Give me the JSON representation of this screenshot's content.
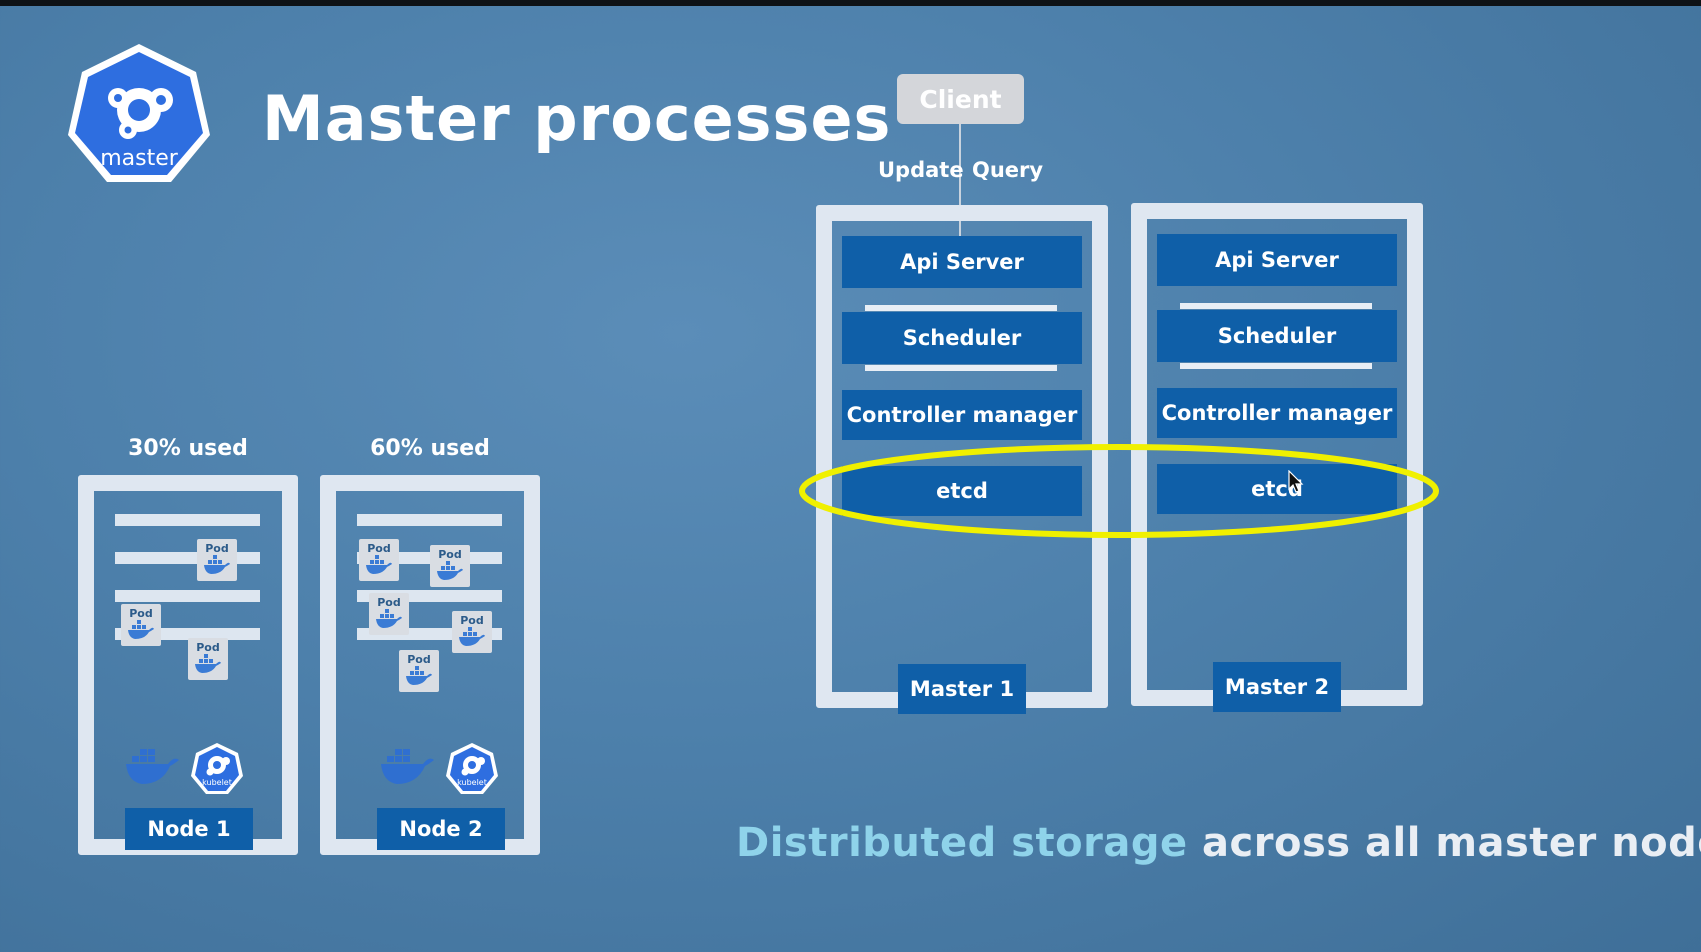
{
  "slide": {
    "title": "Master processes",
    "logo_label": "master",
    "colors": {
      "background": "#4d80ab",
      "block": "#0f5fa8",
      "frame": "#dfe7f1",
      "highlight": "#f0f000",
      "accent_text": "#8fd3ea"
    }
  },
  "client": {
    "label": "Client",
    "update_label": "Update",
    "query_label": "Query"
  },
  "masters": [
    {
      "name": "Master 1",
      "components": [
        "Api Server",
        "Scheduler",
        "Controller manager",
        "etcd"
      ]
    },
    {
      "name": "Master 2",
      "components": [
        "Api Server",
        "Scheduler",
        "Controller manager",
        "etcd"
      ]
    }
  ],
  "nodes": [
    {
      "name": "Node 1",
      "usage": "30% used",
      "pod_label": "Pod",
      "kubelet_label": "kubelet"
    },
    {
      "name": "Node 2",
      "usage": "60% used",
      "pod_label": "Pod",
      "kubelet_label": "kubelet"
    }
  ],
  "footer": {
    "highlight": "Distributed storage",
    "rest": "across all master nodes"
  }
}
